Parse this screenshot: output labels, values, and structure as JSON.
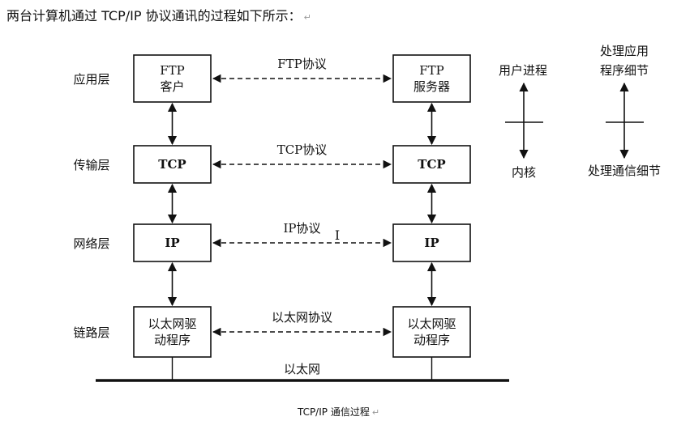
{
  "intro": {
    "text": "两台计算机通过 TCP/IP 协议通讯的过程如下所示：",
    "mark": "↵"
  },
  "layers": [
    "应用层",
    "传输层",
    "网络层",
    "链路层"
  ],
  "left_stack": [
    [
      "FTP",
      "客户"
    ],
    [
      "TCP"
    ],
    [
      "IP"
    ],
    [
      "以太网驱",
      "动程序"
    ]
  ],
  "right_stack": [
    [
      "FTP",
      "服务器"
    ],
    [
      "TCP"
    ],
    [
      "IP"
    ],
    [
      "以太网驱",
      "动程序"
    ]
  ],
  "protocols": [
    "FTP协议",
    "TCP协议",
    "IP协议",
    "以太网协议"
  ],
  "network_label": "以太网",
  "legend": {
    "user": {
      "top": "用户进程",
      "bottom": "内核"
    },
    "app": {
      "top": [
        "处理应用",
        "程序细节"
      ],
      "bottom": "处理通信细节"
    }
  },
  "caption": {
    "text": "TCP/IP 通信过程",
    "mark": "↵"
  }
}
